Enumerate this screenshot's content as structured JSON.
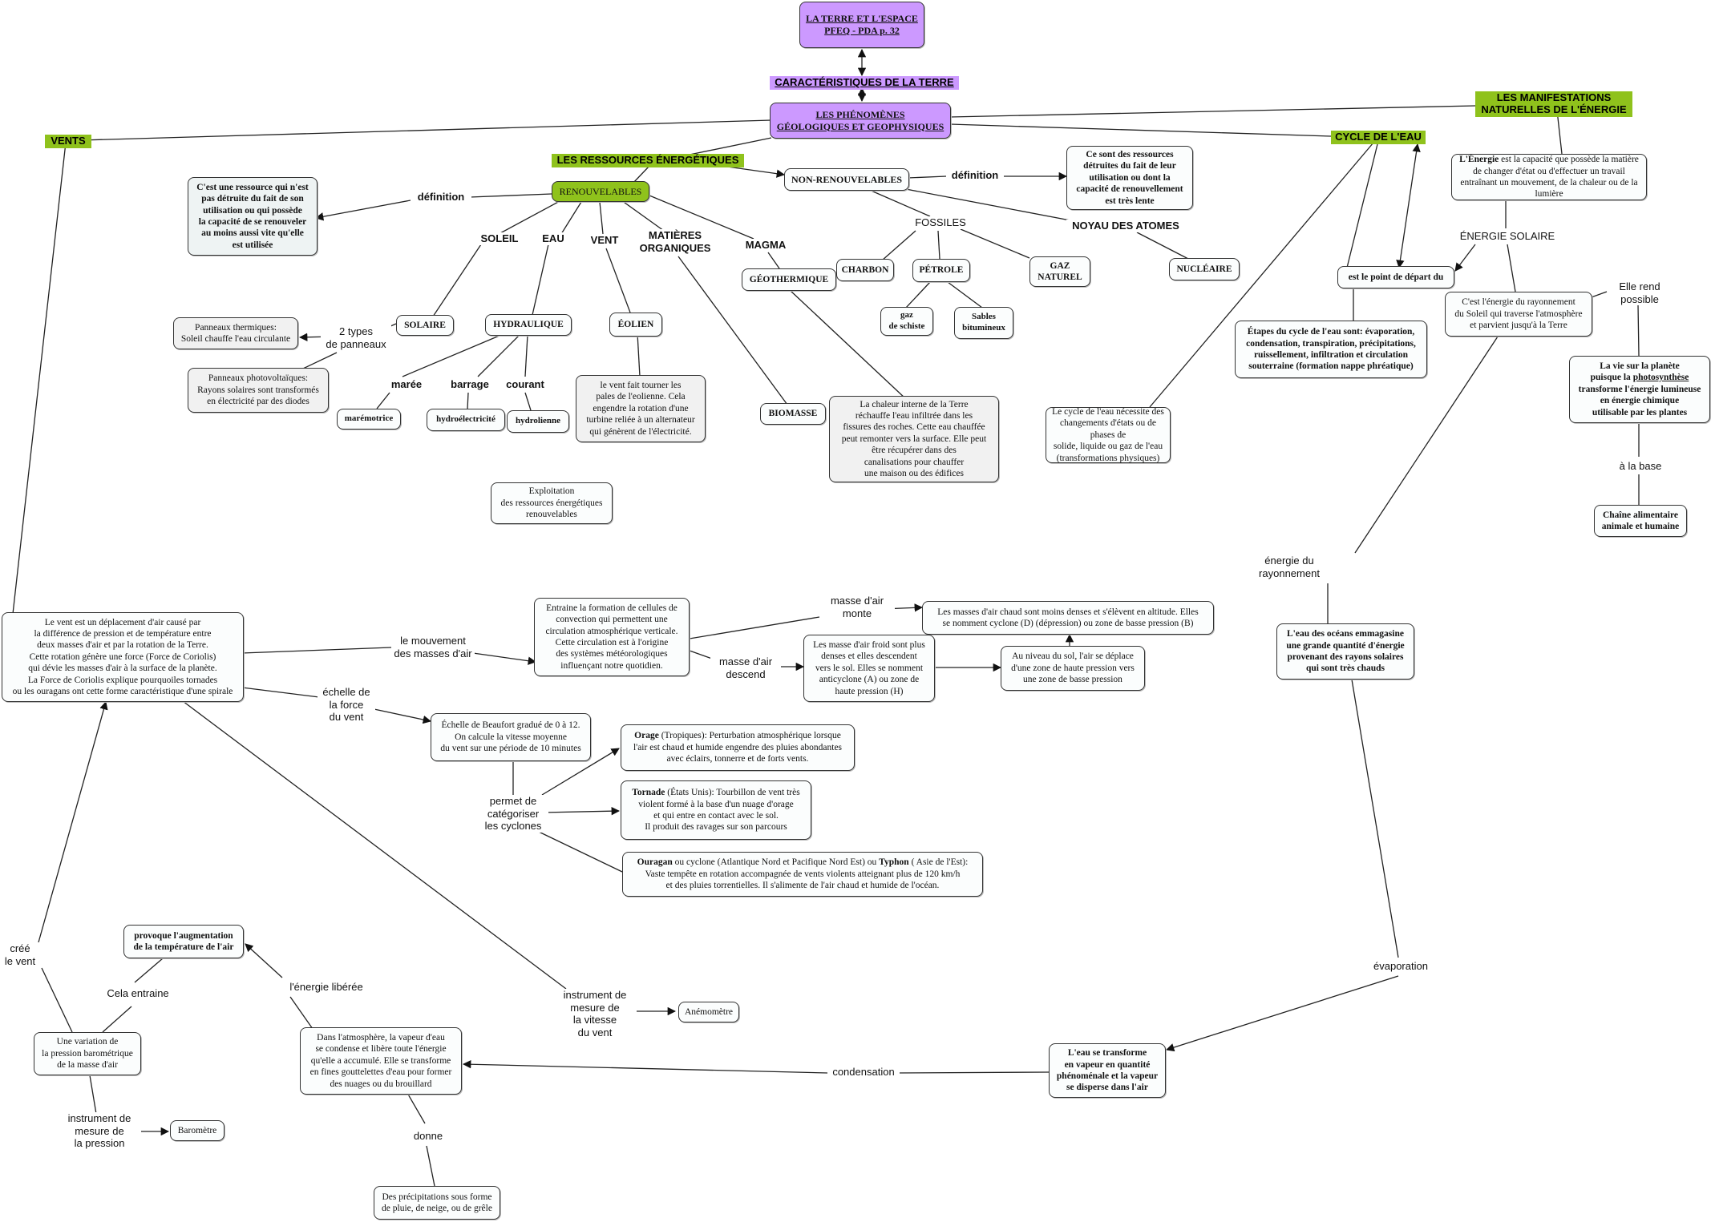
{
  "colors": {
    "purple": "#cc99ff",
    "green": "#8fc21c",
    "box": "#eef3f3",
    "line": "#333333"
  },
  "nodes": {
    "terre_espace": "LA TERRE ET L'ESPACE\nPFEQ - PDA p. 32",
    "caracteristiques": "CARACTÉRISTIQUES DE LA TERRE",
    "phenomenes": "LES PHÉNOMÈNES\nGÉOLOGIQUES ET GEOPHYSIQUES",
    "vents": "VENTS",
    "manifestations": "LES MANIFESTATIONS\nNATURELLES DE L'ÉNERGIE",
    "cycle_eau": "CYCLE DE L'EAU",
    "ressources": "LES RESSOURCES ÉNERGÉTIQUES",
    "renouvelables": "RENOUVELABLES",
    "non_renouvelables": "NON-RENOUVELABLES",
    "def_renouvelable": "C'est une ressource qui n'est\npas détruite du fait de son\nutilisation ou qui possède\nla capacité de se renouveler\nau moins aussi vite qu'elle\nest utilisée",
    "def_non_renouvelable": "Ce sont des ressources\ndétruites du fait de leur\nutilisation ou dont la\ncapacité de renouvellement\nest très lente",
    "solaire": "SOLAIRE",
    "hydraulique": "HYDRAULIQUE",
    "eolien": "ÉOLIEN",
    "geothermique": "GÉOTHERMIQUE",
    "biomasse": "BIOMASSE",
    "charbon": "CHARBON",
    "petrole": "PÉTROLE",
    "gaz_naturel": "GAZ\nNATUREL",
    "gaz_schiste": "gaz\nde schiste",
    "sables": "Sables\nbitumineux",
    "nucleaire": "NUCLÉAIRE",
    "panneaux_thermiques": "Panneaux thermiques:\nSoleil chauffe l'eau circulante",
    "panneaux_photo": "Panneaux photovoltaïques:\nRayons solaires sont transformés\nen électricité par des diodes",
    "maremotrice": "marémotrice",
    "hydroelectricite": "hydroélectricité",
    "hydrolienne": "hydrolienne",
    "eolien_desc": "le vent fait tourner les\npales de l'eolienne. Cela\nengendre la rotation d'une\nturbine reliée à un alternateur\nqui génèrent de l'électricité.",
    "geothermie_desc": "La chaleur interne de la Terre\nréchauffe  l'eau infiltrée dans les\nfissures des roches.  Cette eau chauffée\npeut remonter vers la surface. Elle peut\nêtre récupérer dans des\ncanalisations pour chauffer\nune maison ou des édifices",
    "exploitation": "Exploitation\ndes ressources énergétiques\nrenouvelables",
    "cycle_desc": "Le cycle de l'eau nécessite des\nchangements d'états ou de phases de\nsolide, liquide ou gaz de l'eau\n(transformations physiques)",
    "etapes_cycle": "Étapes du cycle de l'eau sont: évaporation,\ncondensation, transpiration, précipitations,\nruissellement, infiltration et circulation\nsouterraine (formation nappe phréatique)",
    "point_depart": "est  le point de départ du",
    "energie_def_b": "L'Énergie",
    "energie_def": " est la capacité que possède la matière\nde changer d'état  ou d'effectuer un travail\nentraînant un mouvement,  de la chaleur ou de la lumière",
    "energie_solaire_desc": "C'est l'énergie du rayonnement\ndu Soleil qui traverse l'atmosphère\net parvient jusqu'à la Terre",
    "vie_planete_a": "La vie sur la planète\npuisque la ",
    "vie_planete_u": "photosynthèse",
    "vie_planete_b": "\ntransforme l'énergie lumineuse\nen énergie chimique\nutilisable par les plantes",
    "chaine": "Chaîne alimentaire\nanimale et humaine",
    "oceans": "L'eau des océans emmagasine\nune grande quantité d'énergie\nprovenant des rayons solaires\nqui sont très chauds",
    "eau_vapeur": "L'eau se transforme\nen vapeur en quantité\nphénoménale et la vapeur\nse disperse dans l'air",
    "vent_def": "Le vent est un déplacement d'air causé par\nla différence de pression et de température entre\ndeux masses d'air et par la rotation de la Terre.\nCette rotation génère une force (Force de Coriolis)\nqui dévie les masses d'air à la surface de la planète.\nLa Force de Coriolis explique pourquoiles tornades\nou les ouragans ont cette forme caractéristique d'une spirale",
    "cellules": "Entraine la formation de cellules de\nconvection qui permettent une\ncirculation atmosphérique verticale.\nCette circulation est à l'origine\ndes systèmes météorologiques\ninfluençant notre quotidien.",
    "masses_chaud": "Les masses d'air chaud sont moins denses et s'élèvent en altitude. Elles\nse nomment cyclone  (D) (dépression) ou zone de basse pression  (B)",
    "masses_froid": "Les masse d'air froid sont plus\ndenses et elles descendent\nvers le sol. Elles se nomment\nanticyclone (A) ou zone de\nhaute pression (H)",
    "niveau_sol": "Au niveau du sol, l'air se déplace\nd'une zone de haute pression vers\nune zone de basse pression",
    "beaufort": "Échelle de Beaufort gradué de 0 à 12.\nOn calcule la vitesse moyenne\ndu vent sur une période de 10 minutes",
    "orage_b": "Orage",
    "orage": " (Tropiques): Perturbation atmosphérique lorsque\nl'air est chaud et humide engendre des pluies abondantes\navec éclairs, tonnerre et de forts vents.",
    "tornade_b": "Tornade",
    "tornade": " (États Unis): Tourbillon de vent très\nviolent formé à la base d'un nuage d'orage\net qui entre en contact avec le sol.\nIl produit des ravages sur son parcours",
    "ouragan_b1": "Ouragan",
    "ouragan_a": " ou cyclone (Atlantique Nord et Pacifique Nord Est) ou ",
    "ouragan_b2": "Typhon",
    "ouragan_c": " ( Asie de l'Est):\nVaste tempête en rotation accompagnée de vents violents atteignant plus de 120 km/h\net des pluies torrentielles. Il s'alimente de l'air chaud et humide de l'océan.",
    "anemometre": "Anémomètre",
    "augmentation": "provoque l'augmentation\nde la température de l'air",
    "variation": "Une variation de\nla pression barométrique\nde la masse d'air",
    "barometre": "Baromètre",
    "vapeur_condense": "Dans l'atmosphère, la vapeur d'eau\nse condense et libère toute l'énergie\nqu'elle a accumulé. Elle se transforme\nen fines gouttelettes d'eau pour former\ndes nuages ou du brouillard",
    "precipitations": "Des précipitations sous forme\nde pluie, de neige, ou de grêle"
  },
  "labels": {
    "definition1": "définition",
    "definition2": "définition",
    "soleil": "SOLEIL",
    "eau": "EAU",
    "vent": "VENT",
    "matieres": "MATIÈRES\nORGANIQUES",
    "magma": "MAGMA",
    "fossiles": "FOSSILES",
    "noyau": "NOYAU DES ATOMES",
    "deux_types": "2 types\nde panneaux",
    "maree": "marée",
    "barrage": "barrage",
    "courant": "courant",
    "energie_solaire": "ÉNERGIE SOLAIRE",
    "elle_rend": "Elle rend\npossible",
    "a_la_base": "à la base",
    "energie_rayonnement": "énergie du\nrayonnement",
    "evaporation": "évaporation",
    "condensation": "condensation",
    "mouvement": "le mouvement\ndes masses d'air",
    "echelle": "échelle de\nla force\ndu vent",
    "monte": "masse d'air\nmonte",
    "descend": "masse d'air\ndescend",
    "categoriser": "permet de\ncatégoriser\nles cyclones",
    "instrument_vent": "instrument de\nmesure de\nla vitesse\ndu vent",
    "cree_vent": "créé\nle vent",
    "cela_entraine": "Cela entraine",
    "energie_liberee": "l'énergie libérée",
    "instrument_pression": "instrument de\nmesure de\nla pression",
    "donne": "donne"
  }
}
